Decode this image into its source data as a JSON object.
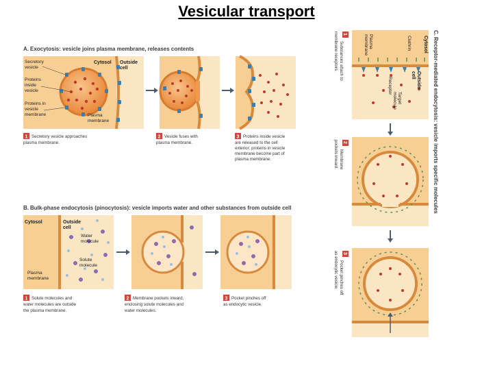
{
  "slide": {
    "title": "Vesicular transport"
  },
  "panel_a": {
    "header_letter": "A.",
    "header": "Exocytosis: vesicle joins plasma membrane, releases contents",
    "labels": {
      "secretory": "Secretory",
      "vesicle": "vesicle",
      "proteins": "Proteins",
      "inside": "inside",
      "vesicle2": "vesicle",
      "proteins_in": "Proteins in",
      "vesicle3": "vesicle",
      "membrane": "membrane",
      "cytosol": "Cytosol",
      "outside": "Outside",
      "cell": "cell",
      "plasma": "Plasma",
      "membrane2": "membrane"
    },
    "steps": [
      {
        "num": "1",
        "line1": "Secretory vesicle approaches",
        "line2": "plasma membrane.",
        "line3": "",
        "line4": "",
        "line5": ""
      },
      {
        "num": "2",
        "line1": "Vesicle fuses with",
        "line2": "plasma membrane.",
        "line3": "",
        "line4": "",
        "line5": ""
      },
      {
        "num": "3",
        "line1": "Proteins inside vesicle",
        "line2": "are released to the cell",
        "line3": "exterior; proteins in vesicle",
        "line4": "membrane become part of",
        "line5": "plasma membrane."
      }
    ]
  },
  "panel_b": {
    "header_letter": "B.",
    "header": "Bulk-phase endocytosis (pinocytosis): vesicle imports water and other substances from outside cell",
    "labels": {
      "cytosol": "Cytosol",
      "outside": "Outside",
      "cell": "cell",
      "water": "Water",
      "molecule": "molecule",
      "solute": "Solute",
      "molecule2": "molecule",
      "plasma": "Plasma",
      "membrane": "membrane"
    },
    "steps": [
      {
        "num": "1",
        "line1": "Solute molecules and",
        "line2": "water molecules are outside",
        "line3": "the plasma membrane."
      },
      {
        "num": "2",
        "line1": "Membrane pockets inward,",
        "line2": "enclosing solute molecules and",
        "line3": "water molecules."
      },
      {
        "num": "3",
        "line1": "Pocket pinches off",
        "line2": "as endocytic vesicle.",
        "line3": ""
      }
    ]
  },
  "panel_c": {
    "header_letter": "C.",
    "header": "Receptor-mediated endocytosis: vesicle imports specific molecules",
    "labels": {
      "cytosol": "Cytosol",
      "outside": "Outside",
      "cell": "cell",
      "plasma": "Plasma",
      "membrane": "membrane",
      "clathrin": "Clathrin",
      "receptor": "Receptor",
      "target": "Target",
      "molecule": "molecule"
    },
    "steps": [
      {
        "num": "1",
        "line1": "Substances attach to",
        "line2": "membrane receptors."
      },
      {
        "num": "2",
        "line1": "Membrane",
        "line2": "pockets inward."
      },
      {
        "num": "3",
        "line1": "Pocket pinches off",
        "line2": "as endocytic vesicle."
      }
    ]
  },
  "colors": {
    "cytosol": "#f6c98a",
    "outside": "#fbe6c4",
    "vesicle": "#f19a4c",
    "membrane": "#e8a04e",
    "protein": "#3b7fb0",
    "cargo": "#c0392b",
    "step_badge": "#d0463a",
    "solute": "#8b6cb2",
    "water": "#9ac1de",
    "clathrin": "#5e8f52"
  }
}
